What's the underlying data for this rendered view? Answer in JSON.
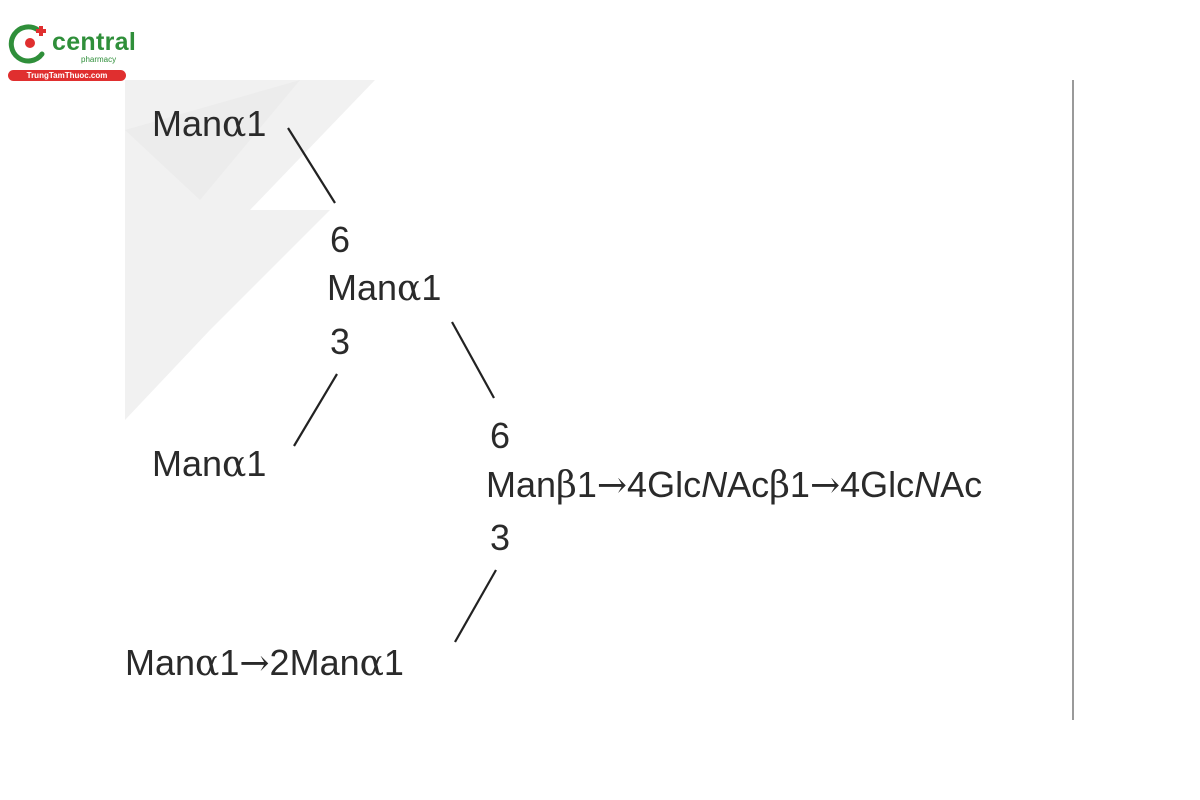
{
  "logo": {
    "name": "central",
    "sub": "pharmacy",
    "banner": "TrungTamThuoc.com",
    "colors": {
      "green": "#2f8f3a",
      "red": "#e02f2f"
    }
  },
  "structure": {
    "top_branch": {
      "sugar": "Man",
      "anomer": "α",
      "position": "1"
    },
    "upper_linkage_6": "6",
    "central_man": {
      "sugar": "Man",
      "anomer": "α",
      "position": "1"
    },
    "upper_linkage_3": "3",
    "middle_branch": {
      "sugar": "Man",
      "anomer": "α",
      "position": "1"
    },
    "core_linkage_6": "6",
    "core": {
      "man_sugar": "Man",
      "man_anomer": "β",
      "man_pos": "1",
      "arrow1": "→",
      "glc1_pos": "4",
      "glc1_prefix": "Glc",
      "glc1_n": "N",
      "glc1_suffix": "Ac",
      "glc1_anomer": "β",
      "glc1_anomer_pos": "1",
      "arrow2": "→",
      "glc2_pos": "4",
      "glc2_prefix": "Glc",
      "glc2_n": "N",
      "glc2_suffix": "Ac"
    },
    "core_linkage_3": "3",
    "bottom_chain": {
      "sugar1": "Man",
      "anomer1": "α",
      "pos1": "1",
      "arrow": "→",
      "link_pos": "2",
      "sugar2": "Man",
      "anomer2": "α",
      "pos2": "1"
    }
  }
}
